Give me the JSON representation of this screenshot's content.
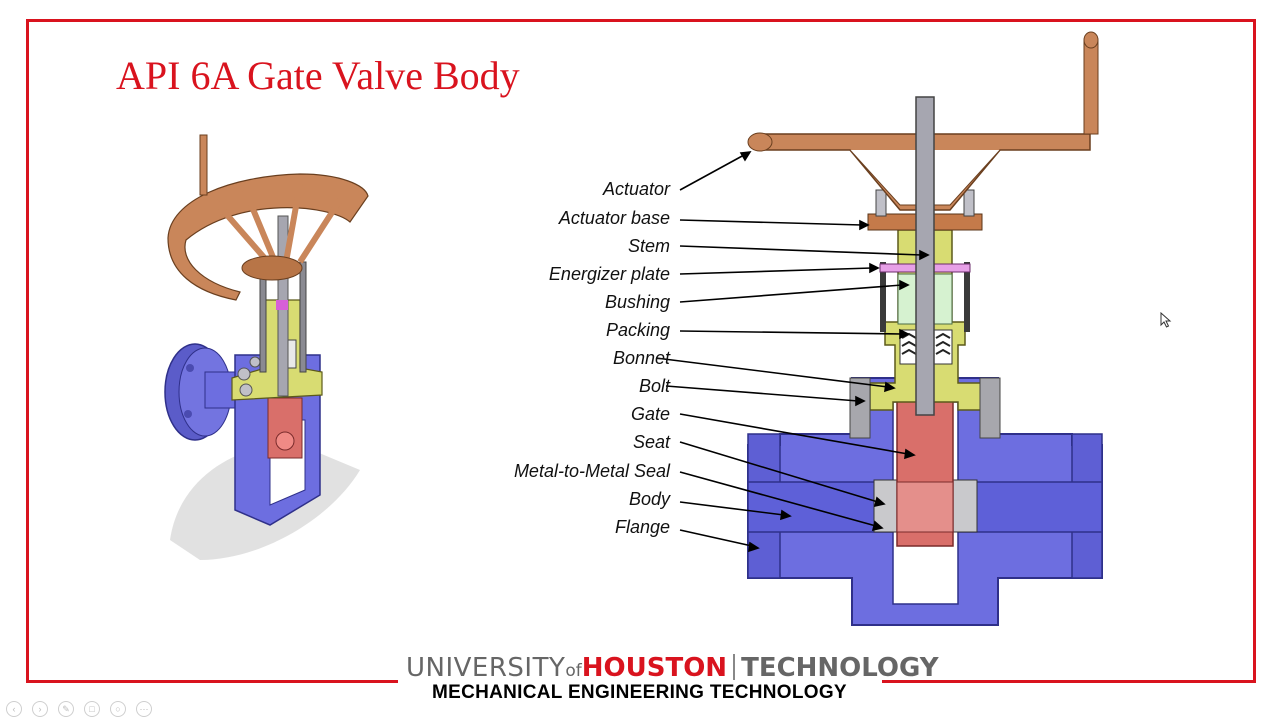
{
  "slide": {
    "title": "API 6A Gate Valve Body",
    "labels": [
      {
        "id": "actuator",
        "text": "Actuator"
      },
      {
        "id": "actuator-base",
        "text": "Actuator base"
      },
      {
        "id": "stem",
        "text": "Stem"
      },
      {
        "id": "energizer-plate",
        "text": "Energizer plate"
      },
      {
        "id": "bushing",
        "text": "Bushing"
      },
      {
        "id": "packing",
        "text": "Packing"
      },
      {
        "id": "bonnet",
        "text": "Bonnet"
      },
      {
        "id": "bolt",
        "text": "Bolt"
      },
      {
        "id": "gate",
        "text": "Gate"
      },
      {
        "id": "seat",
        "text": "Seat"
      },
      {
        "id": "metal-seal",
        "text": "Metal-to-Metal Seal"
      },
      {
        "id": "body",
        "text": "Body"
      },
      {
        "id": "flange",
        "text": "Flange"
      }
    ],
    "footer": {
      "university": "UNIVERSITY",
      "of": "of",
      "houston": "HOUSTON",
      "technology": "TECHNOLOGY",
      "department": "MECHANICAL ENGINEERING TECHNOLOGY"
    }
  },
  "colors": {
    "accent": "#d9131e",
    "body": "#6d6ee0",
    "bonnet": "#d8dc72",
    "gate": "#d96f6a",
    "handwheel": "#c9865a",
    "stem": "#a6a6b0"
  },
  "icons": [
    "previous-icon",
    "next-icon",
    "pen-icon",
    "slides-icon",
    "zoom-icon",
    "more-icon",
    "mouse-cursor-icon"
  ]
}
